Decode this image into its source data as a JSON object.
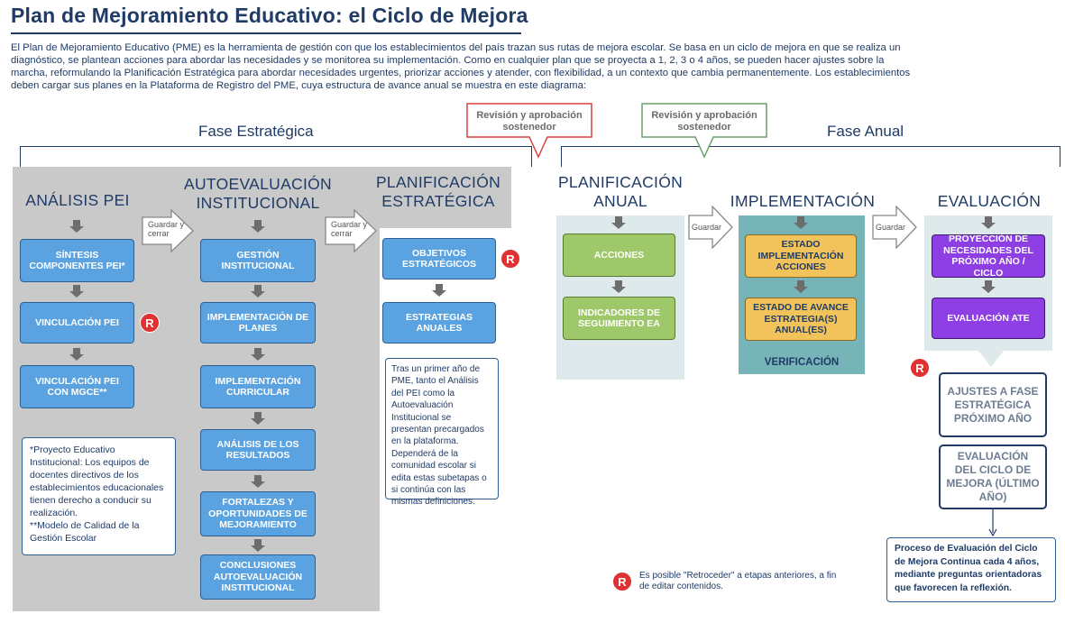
{
  "title": "Plan de Mejoramiento Educativo: el Ciclo de Mejora",
  "intro": "El Plan de Mejoramiento Educativo (PME) es la herramienta de gestión con que los establecimientos del país trazan sus rutas de mejora escolar. Se basa en un ciclo de mejora en que se realiza un diagnóstico, se plantean acciones para abordar las necesidades y se monitorea su implementación. Como en cualquier plan que se proyecta a 1, 2, 3 o 4 años, se pueden hacer ajustes sobre la marcha, reformulando la Planificación Estratégica para abordar necesidades urgentes, priorizar acciones y atender, con flexibilidad, a un contexto que cambia permanentemente. Los establecimientos deben cargar sus planes en la Plataforma de Registro del PME, cuya estructura de avance anual se muestra en este diagrama:",
  "phases": {
    "strategic": "Fase Estratégica",
    "annual": "Fase Anual"
  },
  "review": {
    "red": "Revisión y aprobación sostenedor",
    "green": "Revisión y aprobación sostenedor"
  },
  "columns": {
    "analisis": {
      "title": "ANÁLISIS PEI",
      "boxes": [
        "SÍNTESIS COMPONENTES PEI*",
        "VINCULACIÓN PEI",
        "VINCULACIÓN PEI CON MGCE**"
      ],
      "note": "*Proyecto Educativo Institucional: Los equipos de docentes directivos de los establecimientos educacionales tienen derecho a conducir su realización.\n**Modelo de Calidad de la Gestión Escolar"
    },
    "autoevaluacion": {
      "title": "AUTOEVALUACIÓN INSTITUCIONAL",
      "boxes": [
        "GESTIÓN INSTITUCIONAL",
        "IMPLEMENTACIÓN DE PLANES",
        "IMPLEMENTACIÓN CURRICULAR",
        "ANÁLISIS DE LOS RESULTADOS",
        "FORTALEZAS Y OPORTUNIDADES DE MEJORAMIENTO",
        "CONCLUSIONES AUTOEVALUACIÓN INSTITUCIONAL"
      ]
    },
    "planificacion_estrategica": {
      "title": "PLANIFICACIÓN ESTRATÉGICA",
      "boxes": [
        "OBJETIVOS ESTRATÉGICOS",
        "ESTRATEGIAS ANUALES"
      ],
      "note": "Tras un primer año de PME, tanto el Análisis del PEI como la Autoevaluación Institucional se presentan precargados en la plataforma. Dependerá de la comunidad escolar si edita estas subetapas o si continúa con las mismas definiciones."
    },
    "planificacion_anual": {
      "title": "PLANIFICACIÓN ANUAL",
      "boxes": [
        "ACCIONES",
        "INDICADORES DE SEGUIMIENTO EA"
      ]
    },
    "implementacion": {
      "title": "IMPLEMENTACIÓN",
      "boxes": [
        "ESTADO IMPLEMENTACIÓN ACCIONES",
        "ESTADO DE AVANCE ESTRATEGIA(S) ANUAL(ES)"
      ],
      "footer": "VERIFICACIÓN"
    },
    "evaluacion": {
      "title": "EVALUACIÓN",
      "boxes": [
        "PROYECCIÓN DE NECESIDADES DEL PRÓXIMO AÑO / CICLO",
        "EVALUACIÓN ATE"
      ],
      "outline": [
        "AJUSTES A FASE ESTRATÉGICA PRÓXIMO AÑO",
        "EVALUACIÓN DEL CICLO DE MEJORA (ÚLTIMO AÑO)"
      ],
      "note": "Proceso de Evaluación del Ciclo de Mejora Continua cada 4 años, mediante preguntas orientadoras que favorecen la reflexión."
    }
  },
  "arrows": {
    "guardar_cerrar_1": "Guardar y cerrar",
    "guardar_cerrar_2": "Guardar y cerrar",
    "guardar_1": "Guardar",
    "guardar_2": "Guardar"
  },
  "badge": "R",
  "legend": "Es posible \"Retroceder\" a etapas anteriores, a fin de editar contenidos.",
  "colors": {
    "navy": "#1f3b66",
    "blue": "#5ba3e0",
    "green": "#9fc86a",
    "yellow": "#f2c35a",
    "purple": "#8e3fe3",
    "red": "#e03232",
    "teal": "#76b4b7"
  }
}
